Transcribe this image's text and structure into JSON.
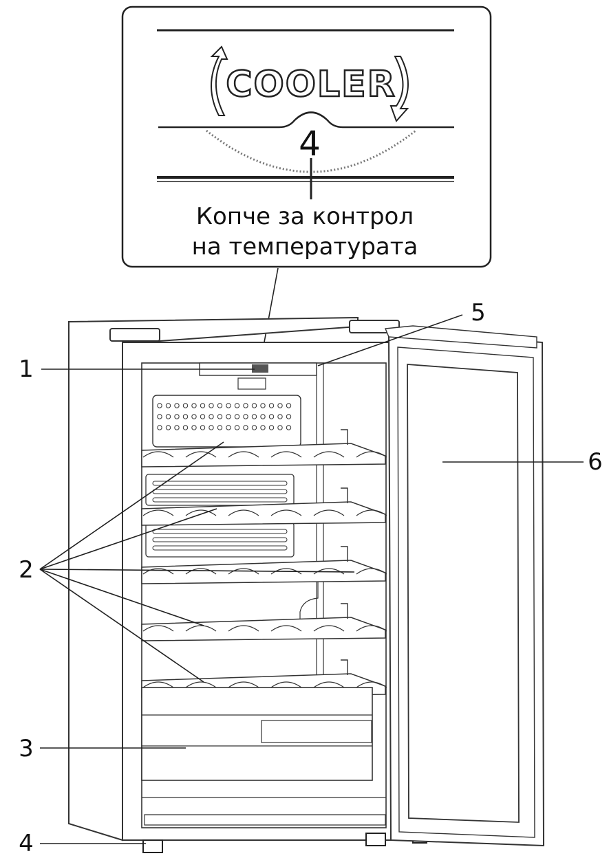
{
  "inset": {
    "brand_text": "COOLER",
    "dial_number": "4",
    "caption_line1": "Копче за контрол",
    "caption_line2": "на температурата"
  },
  "callouts": [
    "1",
    "2",
    "3",
    "4",
    "5",
    "6"
  ]
}
